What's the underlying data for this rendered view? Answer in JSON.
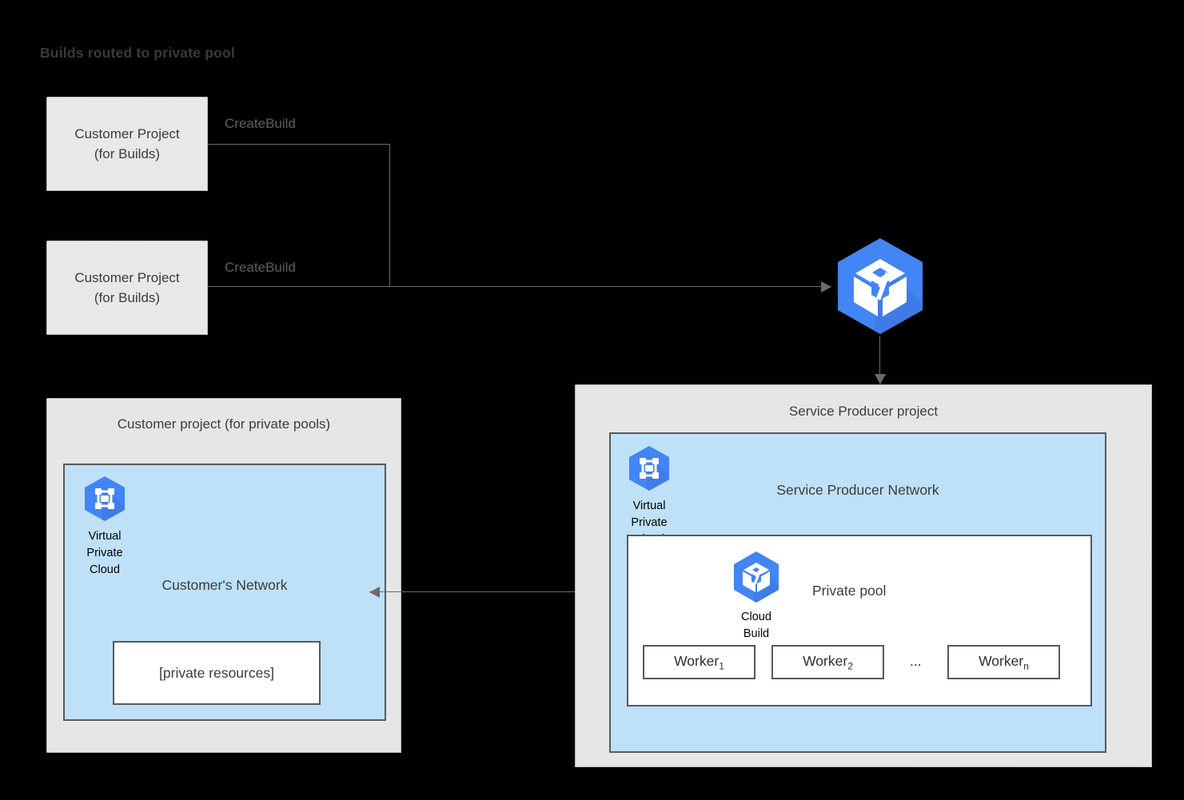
{
  "title": "Builds routed to private pool",
  "colors": {
    "google_blue": "#4285F4",
    "google_blue_shadow": "#3B74DB",
    "network_fill": "#BEE1F7",
    "project_fill": "#E6E6E6",
    "box_fill": "#E8E8E8",
    "border_gray": "#595959",
    "line_gray": "#6B6B6B",
    "text_gray": "#3C3C3C"
  },
  "customer_build_projects": [
    {
      "line1": "Customer Project",
      "line2": "(for Builds)",
      "edge_label": "CreateBuild"
    },
    {
      "line1": "Customer Project",
      "line2": "(for Builds)",
      "edge_label": "CreateBuild"
    }
  ],
  "cloud_build_service": {
    "icon": "cloud-build-icon"
  },
  "customer_pools_project": {
    "title": "Customer project (for private pools)",
    "vpc": {
      "icon": "virtual-private-cloud-icon",
      "label_line1": "Virtual",
      "label_line2": "Private",
      "label_line3": "Cloud"
    },
    "network_title": "Customer's Network",
    "private_resources_label": "[private resources]"
  },
  "service_producer_project": {
    "title": "Service Producer project",
    "vpc": {
      "icon": "virtual-private-cloud-icon",
      "label_line1": "Virtual",
      "label_line2": "Private",
      "label_line3": "Cloud"
    },
    "network_title": "Service Producer Network",
    "private_pool": {
      "title": "Private pool",
      "cloud_build": {
        "icon": "cloud-build-icon",
        "label_line1": "Cloud",
        "label_line2": "Build"
      },
      "workers": [
        {
          "name": "Worker",
          "subscript": "1"
        },
        {
          "name": "Worker",
          "subscript": "2"
        },
        {
          "name": "Worker",
          "subscript": "n"
        }
      ],
      "ellipsis": "..."
    }
  }
}
